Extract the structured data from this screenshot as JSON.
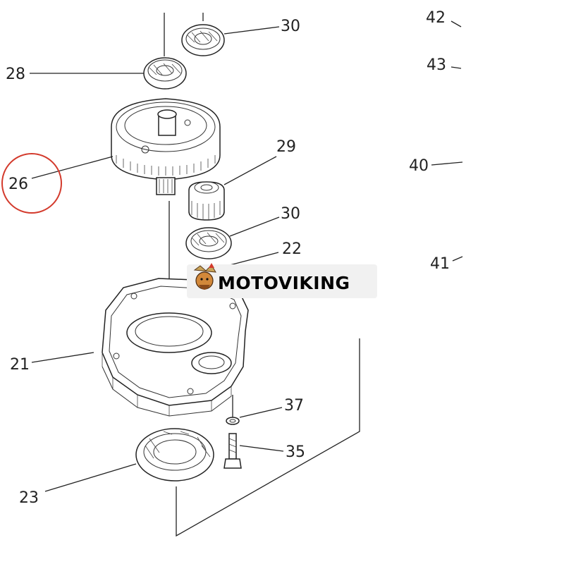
{
  "callouts": {
    "c30a": "30",
    "c42": "42",
    "c43": "43",
    "c28": "28",
    "c29": "29",
    "c40": "40",
    "c26": "26",
    "c30b": "30",
    "c22": "22",
    "c41": "41",
    "c21": "21",
    "c37": "37",
    "c35": "35",
    "c23": "23"
  },
  "highlighted_callout": "26",
  "watermark": {
    "text": "MOTOVIKING",
    "logo": "viking-mascot-icon"
  },
  "colors": {
    "line": "#222222",
    "highlight_circle": "#d33a2c",
    "watermark_bg": "#f1f1f1"
  }
}
